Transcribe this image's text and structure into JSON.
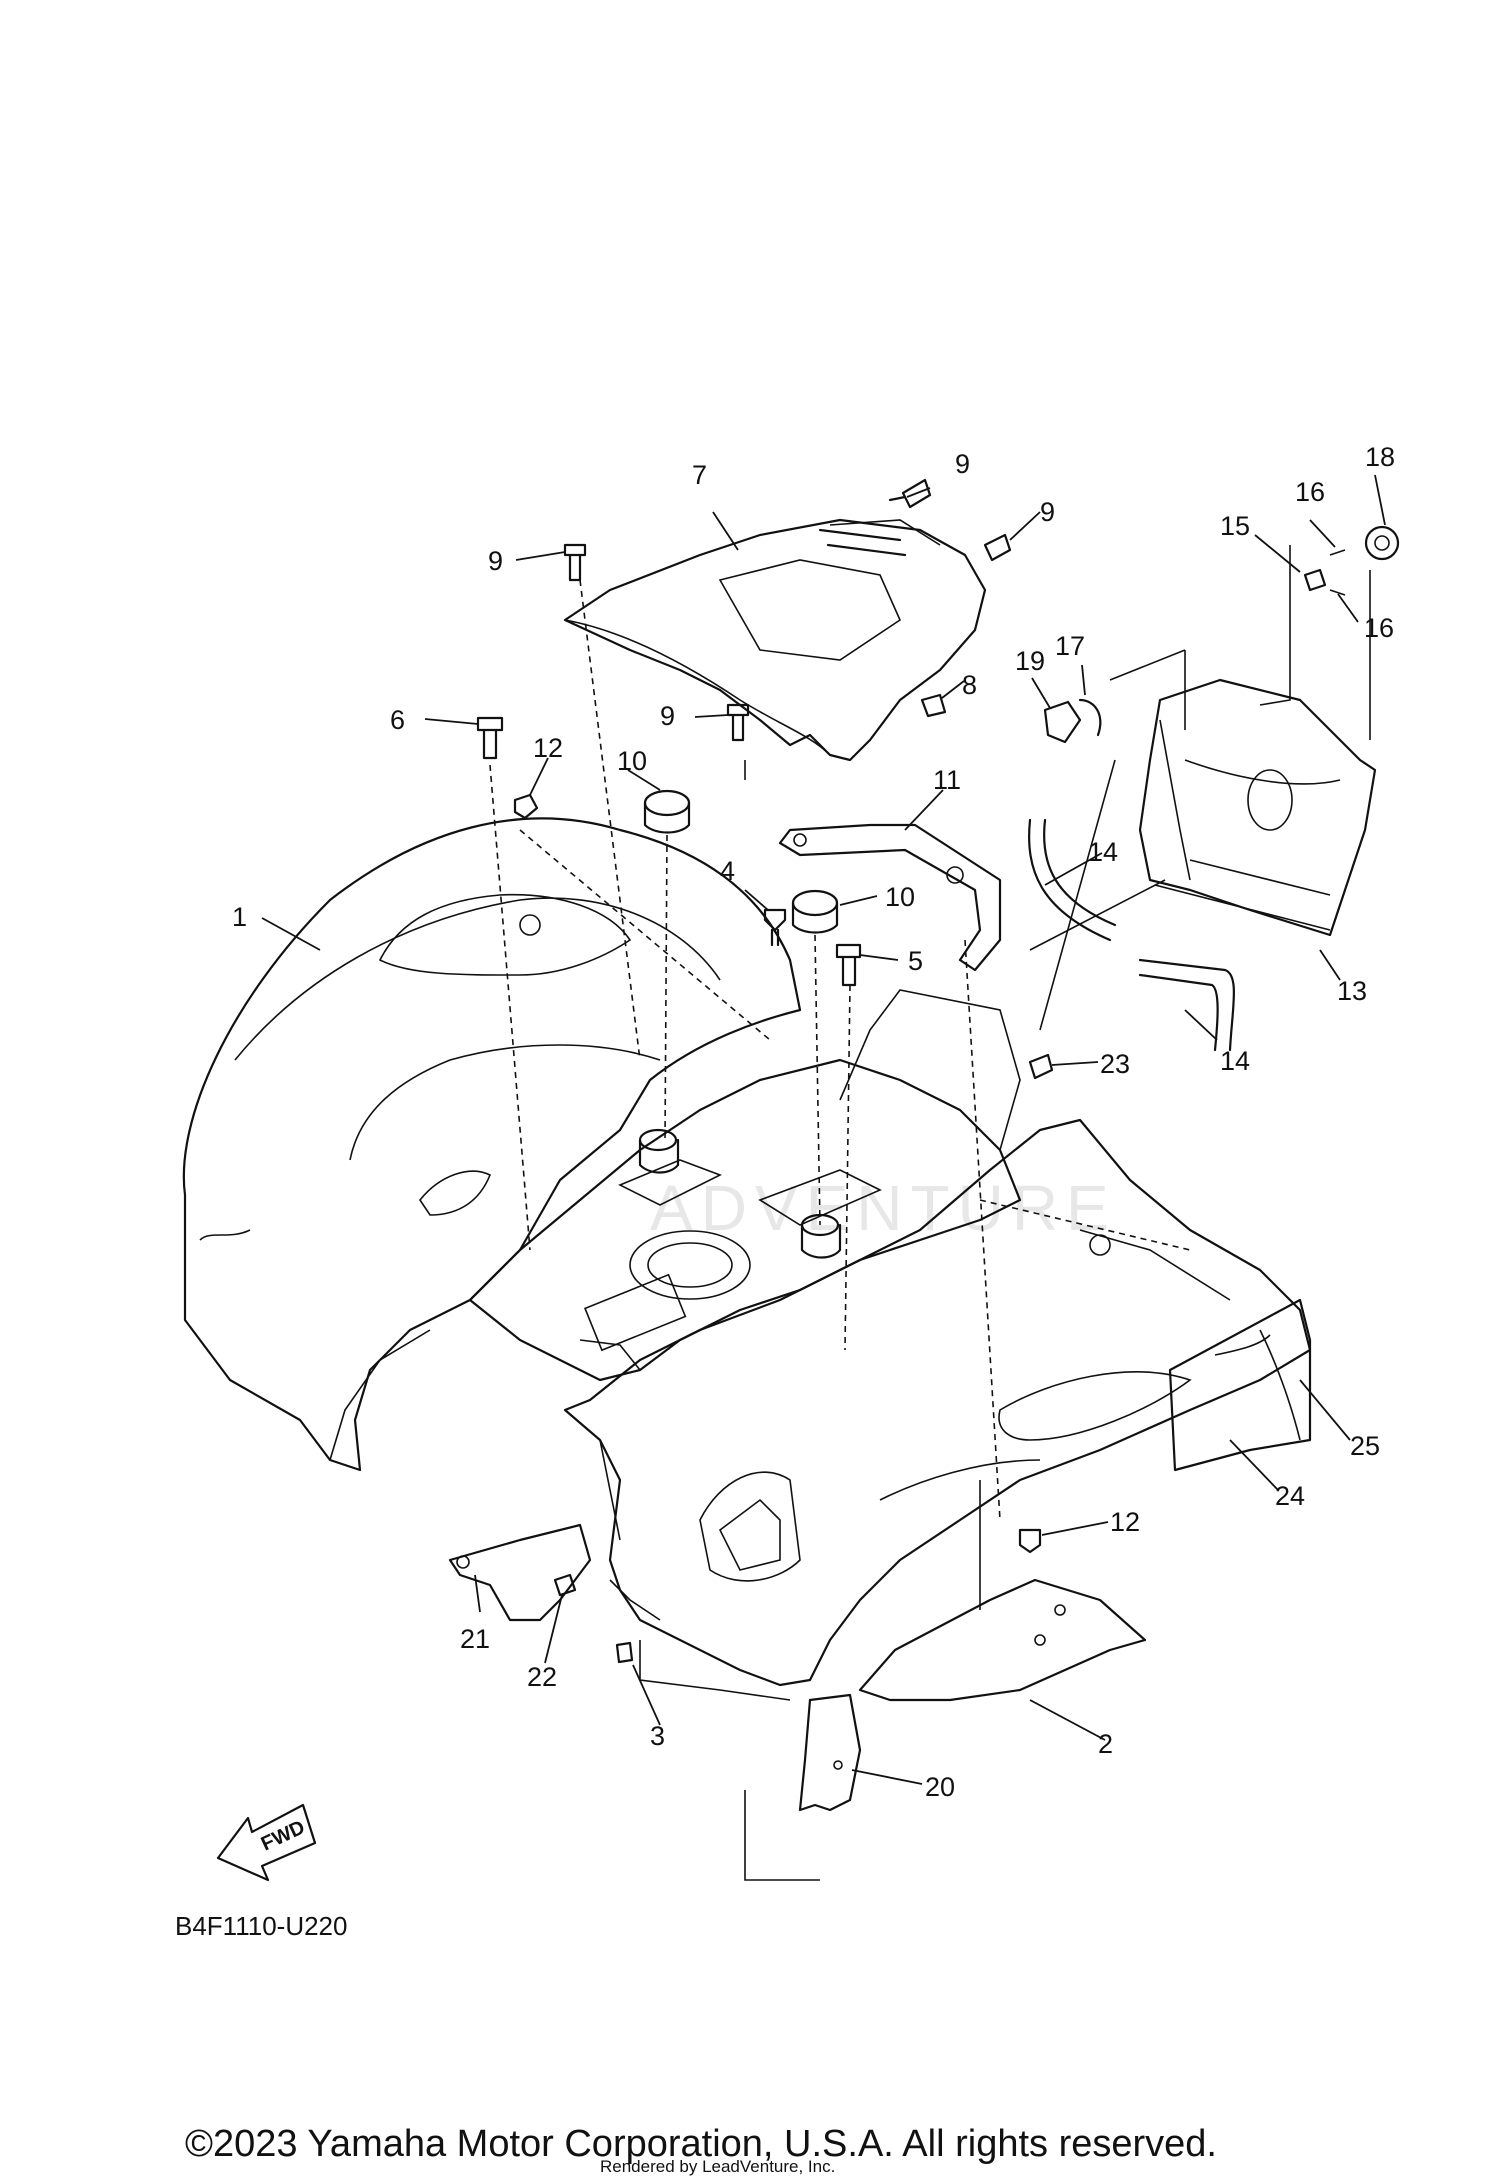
{
  "diagram": {
    "code": "B4F1110-U220",
    "direction_label": "FWD",
    "copyright": "©2023 Yamaha Motor Corporation, U.S.A. All rights reserved.",
    "rendered_by": "Rendered by LeadVenture, Inc.",
    "watermark": "ADVENTURE",
    "callouts": [
      "1",
      "2",
      "3",
      "4",
      "5",
      "6",
      "7",
      "8",
      "9",
      "9",
      "9",
      "9",
      "10",
      "10",
      "11",
      "12",
      "12",
      "13",
      "14",
      "14",
      "15",
      "16",
      "16",
      "17",
      "18",
      "19",
      "20",
      "21",
      "22",
      "23",
      "24",
      "25"
    ]
  }
}
